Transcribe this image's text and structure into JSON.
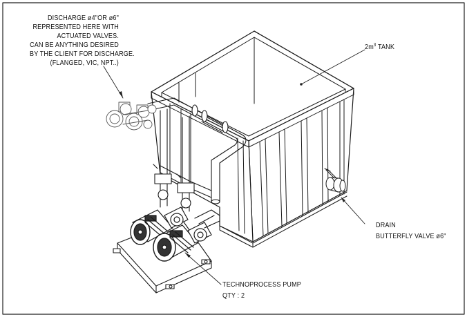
{
  "discharge_note": {
    "lines": [
      "DISCHARGE ø4\"OR ø6\"",
      "REPRESENTED HERE WITH",
      "ACTUATED VALVES.",
      "CAN BE ANYTHING DESIRED",
      "BY THE CLIENT FOR DISCHARGE.",
      "(FLANGED, VIC, NPT..)"
    ]
  },
  "tank_label": {
    "prefix": "2m",
    "superscript": "3",
    "suffix": " TANK"
  },
  "drain_label": {
    "line1": "DRAIN",
    "line2": "BUTTERFLY VALVE ø6\""
  },
  "pump_label": {
    "line1": "TECHNOPROCESS PUMP",
    "line2": "QTY : 2"
  },
  "colors": {
    "stroke": "#1a1a1a",
    "frame": "#222222",
    "background": "#ffffff"
  }
}
